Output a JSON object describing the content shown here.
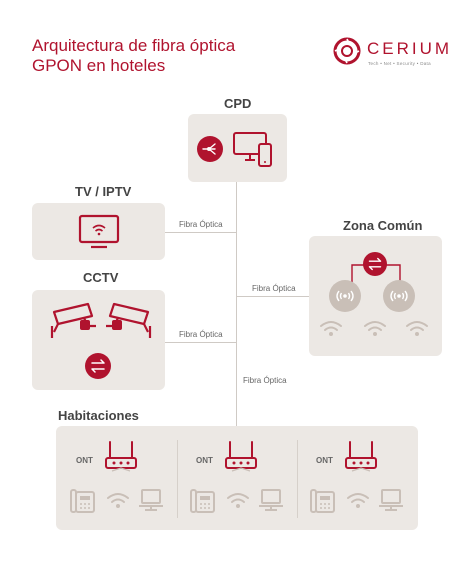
{
  "title": {
    "line1": "Arquitectura de fibra óptica",
    "line2": "GPON en hoteles"
  },
  "brand": {
    "name": "CERIUM",
    "tagline": "Tech • Net • Security • Data"
  },
  "nodes": {
    "cpd": "CPD",
    "tv": "TV / IPTV",
    "cctv": "CCTV",
    "zona": "Zona Común",
    "habitaciones": "Habitaciones"
  },
  "links": {
    "tv": "Fibra Óptica",
    "zona": "Fibra Óptica",
    "cctv": "Fibra Óptica",
    "habitaciones": "Fibra Óptica"
  },
  "rooms": [
    {
      "ont_label": "ONT"
    },
    {
      "ont_label": "ONT"
    },
    {
      "ont_label": "ONT"
    }
  ],
  "colors": {
    "accent": "#b0132e",
    "box": "#ece8e4",
    "icon_gray": "#c9bfb7",
    "line": "#cfcac5"
  }
}
